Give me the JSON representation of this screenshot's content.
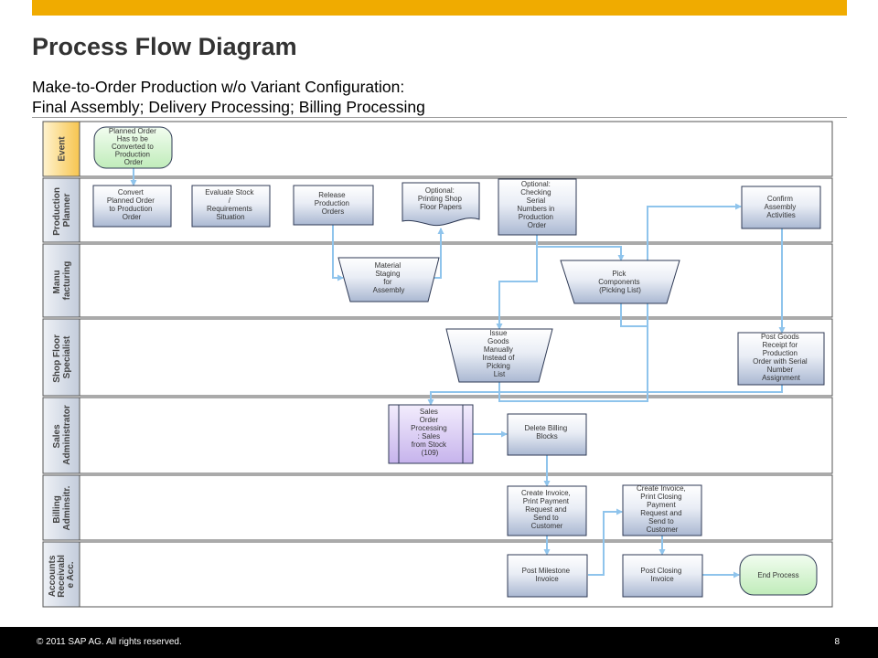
{
  "header": {
    "title": "Process Flow Diagram",
    "subtitle_line1": "Make-to-Order Production w/o Variant Configuration:",
    "subtitle_line2": "Final Assembly; Delivery Processing; Billing Processing"
  },
  "lanes": [
    {
      "id": "event",
      "label": [
        "Event"
      ]
    },
    {
      "id": "production-planner",
      "label": [
        "Production",
        "Planner"
      ]
    },
    {
      "id": "manufacturing",
      "label": [
        "Manu",
        "facturing"
      ]
    },
    {
      "id": "shop-floor-specialist",
      "label": [
        "Shop Floor",
        "Specialist"
      ]
    },
    {
      "id": "sales-administrator",
      "label": [
        "Sales",
        "Administrator"
      ]
    },
    {
      "id": "billing-administrator",
      "label": [
        "Billing",
        "Adminsitr."
      ]
    },
    {
      "id": "accounts-receivable",
      "label": [
        "Accounts",
        "Receivabl",
        "e Acc."
      ]
    }
  ],
  "nodes": {
    "planned_order": [
      "Planned Order",
      "Has to be",
      "Converted to",
      "Production",
      "Order"
    ],
    "convert_planned": [
      "Convert",
      "Planned Order",
      "to Production",
      "Order"
    ],
    "evaluate_stock": [
      "Evaluate Stock",
      "/",
      "Requirements",
      "Situation"
    ],
    "release_orders": [
      "Release",
      "Production",
      "Orders"
    ],
    "printing_shop_floor": [
      "Optional:",
      "Printing Shop",
      "Floor Papers"
    ],
    "checking_serial": [
      "Optional:",
      "Checking",
      "Serial",
      "Numbers in",
      "Production",
      "Order"
    ],
    "confirm_assembly": [
      "Confirm",
      "Assembly",
      "Activities"
    ],
    "material_staging": [
      "Material",
      "Staging",
      "for",
      "Assembly"
    ],
    "pick_components": [
      "Pick",
      "Components",
      "(Picking List)"
    ],
    "issue_goods": [
      "Issue",
      "Goods",
      "Manually",
      "Instead of",
      "Picking",
      "List"
    ],
    "post_goods_receipt": [
      "Post Goods",
      "Receipt for",
      "Production",
      "Order with Serial",
      "Number",
      "Assignment"
    ],
    "sales_order_processing": [
      "Sales",
      "Order",
      "Processing",
      ": Sales",
      "from Stock",
      "(109)"
    ],
    "delete_billing_blocks": [
      "Delete Billing",
      "Blocks"
    ],
    "create_invoice_payment": [
      "Create Invoice,",
      "Print Payment",
      "Request and",
      "Send to",
      "Customer"
    ],
    "create_invoice_closing": [
      "Create Invoice,",
      "Print Closing",
      "Payment",
      "Request and",
      "Send to",
      "Customer"
    ],
    "post_milestone": [
      "Post Milestone",
      "Invoice"
    ],
    "post_closing": [
      "Post Closing",
      "Invoice"
    ],
    "end_process": [
      "End Process"
    ]
  },
  "footer": {
    "copyright": "© 2011 SAP AG. All rights reserved.",
    "page_number": "8"
  },
  "colors": {
    "accent": "#f0ab00",
    "event_lane": "#ffd36a",
    "lane_label": "#cfd6e2",
    "task_fill": "#c5d0e3",
    "connector": "#8fc4ec",
    "event_fill": "#d2f5cf",
    "subprocess_fill": "#dccdf5"
  }
}
